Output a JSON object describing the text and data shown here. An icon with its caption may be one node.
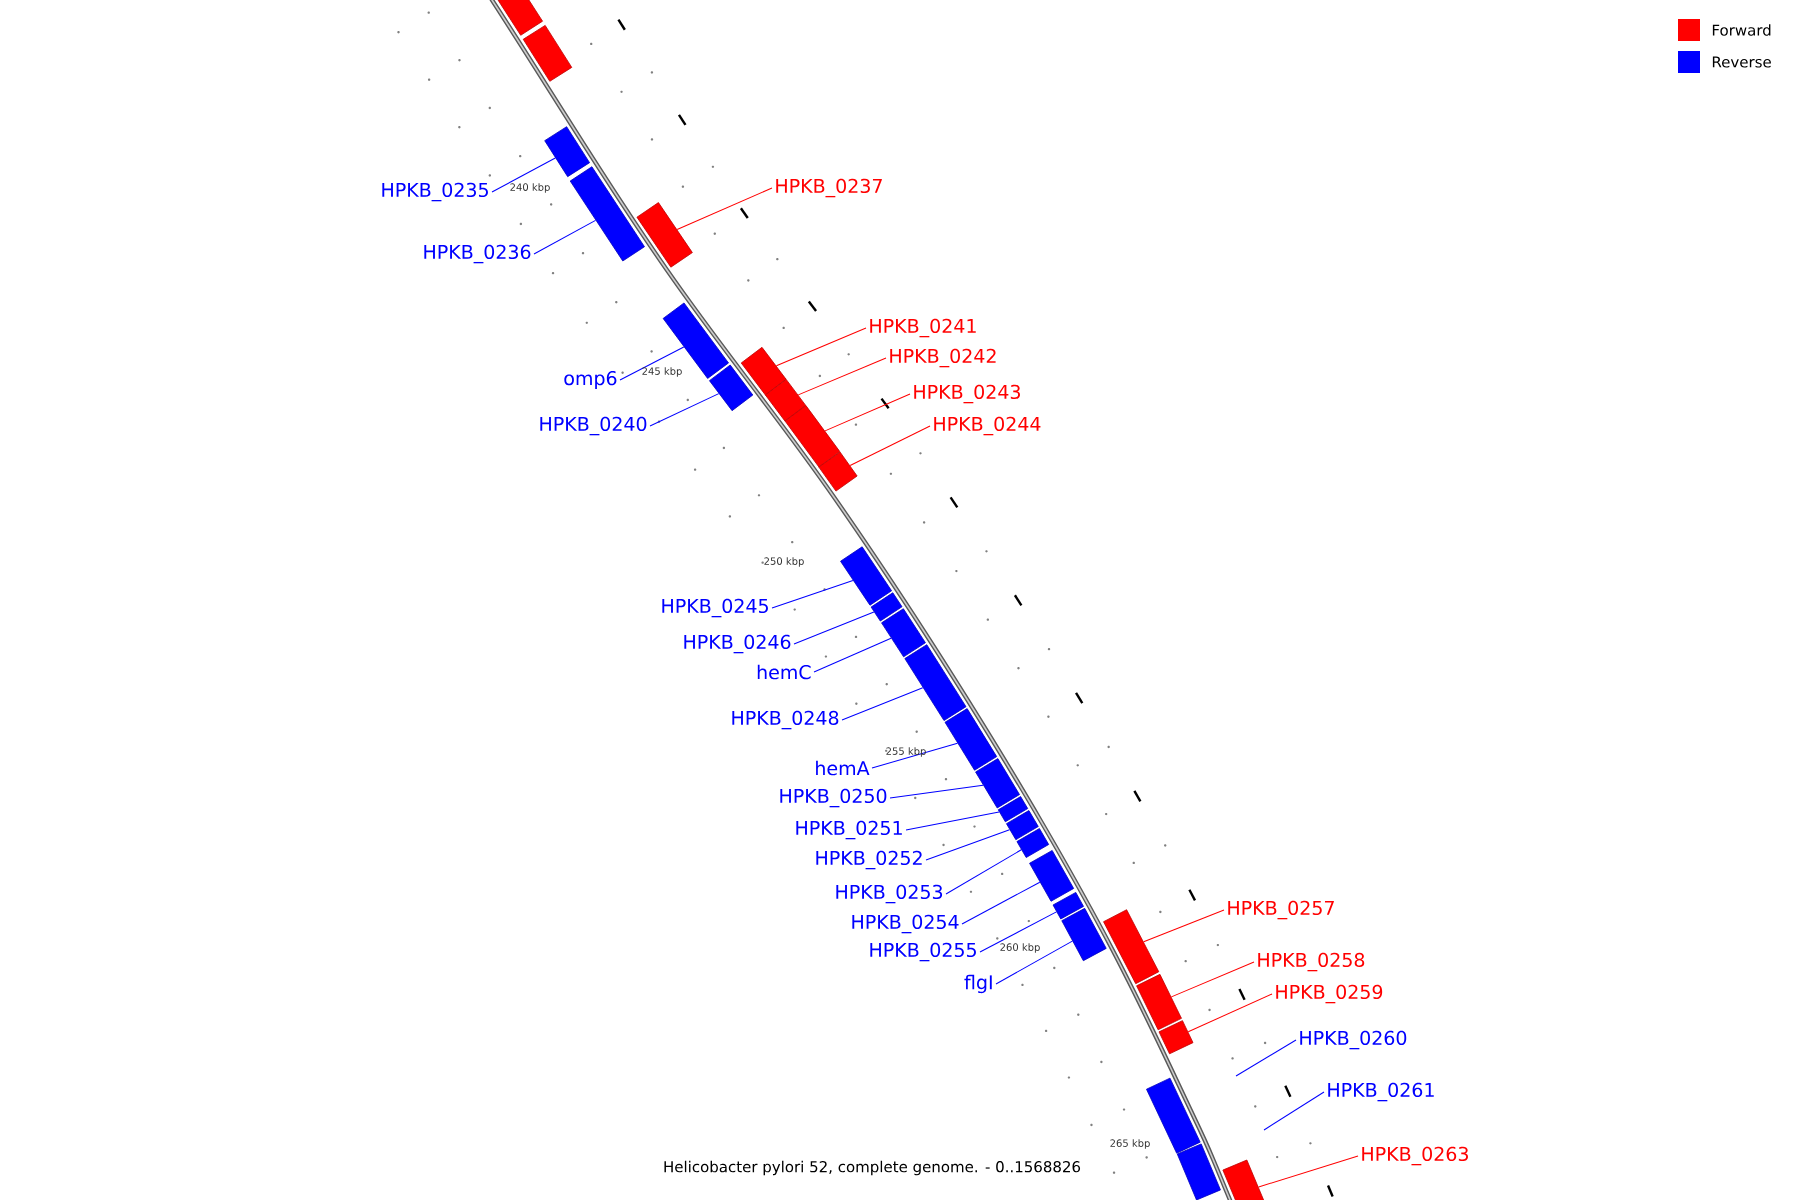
{
  "diagram": {
    "caption": "Helicobacter pylori 52, complete genome. - 0..1568826",
    "nodes": [
      {
        "text": [],
        "shape": "box"
      },
      {
        "text": [],
        "shape": "box"
      },
      {
        "text": [
          "HPKB_0235"
        ]
      },
      {
        "text": [],
        "shape": "box"
      },
      {
        "text": [
          "HPKB_0236"
        ]
      },
      {
        "text": [],
        "shape": "box"
      },
      {
        "text": [
          "HPKB_0237"
        ]
      },
      {
        "text": [],
        "shape": "box"
      },
      {
        "text": [
          "omp6"
        ]
      },
      {
        "text": [],
        "shape": "box"
      },
      {
        "text": [
          "HPKB_0240"
        ]
      },
      {
        "text": [],
        "shape": "box"
      },
      {
        "text": [
          "HPKB_0241"
        ]
      },
      {
        "text": [],
        "shape": "box"
      },
      {
        "text": [
          "HPKB_0242"
        ]
      },
      {
        "text": [],
        "shape": "box"
      },
      {
        "text": [
          "HPKB_0243"
        ]
      },
      {
        "text": [],
        "shape": "box"
      },
      {
        "text": [
          "HPKB_0244"
        ]
      },
      {
        "text": [],
        "shape": "box"
      },
      {
        "text": [
          "HPKB_0245"
        ]
      },
      {
        "text": [],
        "shape": "box"
      },
      {
        "text": [
          "HPKB_0246"
        ]
      },
      {
        "text": [],
        "shape": "box"
      },
      {
        "text": [
          "hemC"
        ]
      },
      {
        "text": [],
        "shape": "box"
      },
      {
        "text": [
          "HPKB_0248"
        ]
      },
      {
        "text": [],
        "shape": "box"
      },
      {
        "text": [
          "hemA"
        ]
      },
      {
        "text": [],
        "shape": "box"
      },
      {
        "text": [
          "HPKB_0250"
        ]
      },
      {
        "text": [],
        "shape": "box"
      },
      {
        "text": [
          "HPKB_0251"
        ]
      },
      {
        "text": [],
        "shape": "box"
      },
      {
        "text": [
          "HPKB_0252"
        ]
      },
      {
        "text": [],
        "shape": "box"
      },
      {
        "text": [
          "HPKB_0253"
        ]
      },
      {
        "text": [],
        "shape": "box"
      },
      {
        "text": [
          "HPKB_0254"
        ]
      },
      {
        "text": [],
        "shape": "box"
      },
      {
        "text": [
          "HPKB_0255"
        ]
      },
      {
        "text": [],
        "shape": "box"
      },
      {
        "text": [
          "flgI"
        ]
      },
      {
        "text": [],
        "shape": "box"
      },
      {
        "text": [
          "HPKB_0257"
        ]
      },
      {
        "text": [],
        "shape": "box"
      },
      {
        "text": [
          "HPKB_0258"
        ]
      },
      {
        "text": [],
        "shape": "box"
      },
      {
        "text": [
          "HPKB_0259"
        ]
      },
      {
        "text": [],
        "shape": "box"
      },
      {
        "text": [
          "HPKB_0260"
        ]
      },
      {
        "text": [
          "HPKB_0261"
        ]
      },
      {
        "text": [],
        "shape": "box"
      },
      {
        "text": [],
        "shape": "box"
      },
      {
        "text": [
          "HPKB_0263"
        ]
      },
      {
        "text": [],
        "shape": "box"
      }
    ],
    "edges": [
      {
        "from": 2,
        "to": 3,
        "arrow": "none"
      },
      {
        "from": 4,
        "to": 5,
        "arrow": "none"
      },
      {
        "from": 6,
        "to": 7,
        "arrow": "none",
        "color": "#ff0000"
      },
      {
        "from": 8,
        "to": 9,
        "arrow": "none"
      },
      {
        "from": 10,
        "to": 11,
        "arrow": "none"
      },
      {
        "from": 12,
        "to": 13,
        "arrow": "none",
        "color": "#ff0000"
      },
      {
        "from": 14,
        "to": 15,
        "arrow": "none",
        "color": "#ff0000"
      },
      {
        "from": 16,
        "to": 17,
        "arrow": "none",
        "color": "#ff0000"
      },
      {
        "from": 18,
        "to": 19,
        "arrow": "none",
        "color": "#ff0000"
      },
      {
        "from": 20,
        "to": 21,
        "arrow": "none"
      },
      {
        "from": 22,
        "to": 23,
        "arrow": "none"
      },
      {
        "from": 24,
        "to": 25,
        "arrow": "none"
      },
      {
        "from": 26,
        "to": 27,
        "arrow": "none"
      },
      {
        "from": 28,
        "to": 29,
        "arrow": "none"
      },
      {
        "from": 30,
        "to": 31,
        "arrow": "none"
      },
      {
        "from": 32,
        "to": 33,
        "arrow": "none"
      },
      {
        "from": 34,
        "to": 35,
        "arrow": "none"
      },
      {
        "from": 36,
        "to": 37,
        "arrow": "none"
      },
      {
        "from": 38,
        "to": 39,
        "arrow": "none"
      },
      {
        "from": 40,
        "to": 41,
        "arrow": "none"
      },
      {
        "from": 42,
        "to": 43,
        "arrow": "none"
      },
      {
        "from": 44,
        "to": 45,
        "arrow": "none",
        "color": "#ff0000"
      },
      {
        "from": 46,
        "to": 47,
        "arrow": "none",
        "color": "#ff0000"
      },
      {
        "from": 48,
        "to": 49,
        "arrow": "none",
        "color": "#ff0000"
      },
      {
        "from": 50,
        "to": null,
        "arrow": "none"
      },
      {
        "from": 51,
        "to": null,
        "arrow": "none"
      },
      {
        "from": 54,
        "to": 55,
        "arrow": "none",
        "color": "#ff0000"
      }
    ],
    "labels": [
      "240 kbp",
      "245 kbp",
      "250 kbp",
      "255 kbp",
      "260 kbp",
      "265 kbp"
    ],
    "legend": [
      {
        "text": "Forward",
        "color": "#ff0000"
      },
      {
        "text": "Reverse",
        "color": "#0000ff"
      }
    ]
  }
}
